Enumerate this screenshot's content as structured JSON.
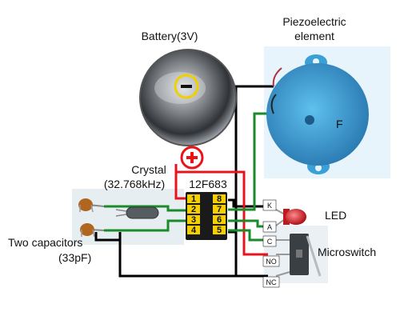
{
  "labels": {
    "battery": "Battery(3V)",
    "piezo_line1": "Piezoelectric",
    "piezo_line2": "element",
    "crystal_line1": "Crystal",
    "crystal_line2": "(32.768kHz)",
    "ic_name": "12F683",
    "led": "LED",
    "microswitch": "Microswitch",
    "capacitors_line1": "Two capacitors",
    "capacitors_line2": "(33pF)",
    "minus": "⊖",
    "plus": "⊕",
    "piezo_mark": "F"
  },
  "pins": {
    "p1": "1",
    "p2": "2",
    "p3": "3",
    "p4": "4",
    "p5": "5",
    "p6": "6",
    "p7": "7",
    "p8": "8"
  },
  "terminals": {
    "k": "K",
    "a": "A",
    "c": "C",
    "no": "NO",
    "nc": "NC"
  },
  "colors": {
    "wire_black": "#000000",
    "wire_red": "#e8141c",
    "wire_green": "#1a8a2a",
    "chip": "#1a1a1a",
    "pin_pad": "#f5d000",
    "piezo": "#3aa0d6",
    "battery": "#6a6a6a",
    "led": "#d8202a",
    "highlight_yellow": "#f0d000"
  }
}
